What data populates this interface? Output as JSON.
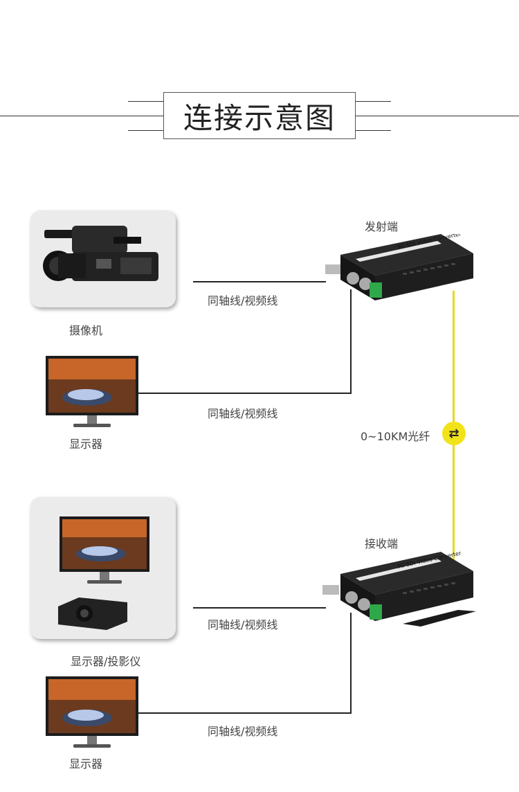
{
  "title": "连接示意图",
  "transmitter": {
    "label": "发射端",
    "device_text": "3G SDI Video Converter"
  },
  "receiver": {
    "label": "接收端",
    "device_text": "3G SDI Video Converter"
  },
  "fiber_label": "0~10KM光纤",
  "sections": [
    {
      "device_label": "摄像机",
      "cable_label": "同轴线/视频线"
    },
    {
      "device_label": "显示器",
      "cable_label": "同轴线/视频线"
    },
    {
      "device_label": "显示器/投影仪",
      "cable_label": "同轴线/视频线"
    },
    {
      "device_label": "显示器",
      "cable_label": "同轴线/视频线"
    }
  ],
  "colors": {
    "fiber": "#e8d820",
    "badge": "#f2e21a",
    "line": "#222222"
  }
}
